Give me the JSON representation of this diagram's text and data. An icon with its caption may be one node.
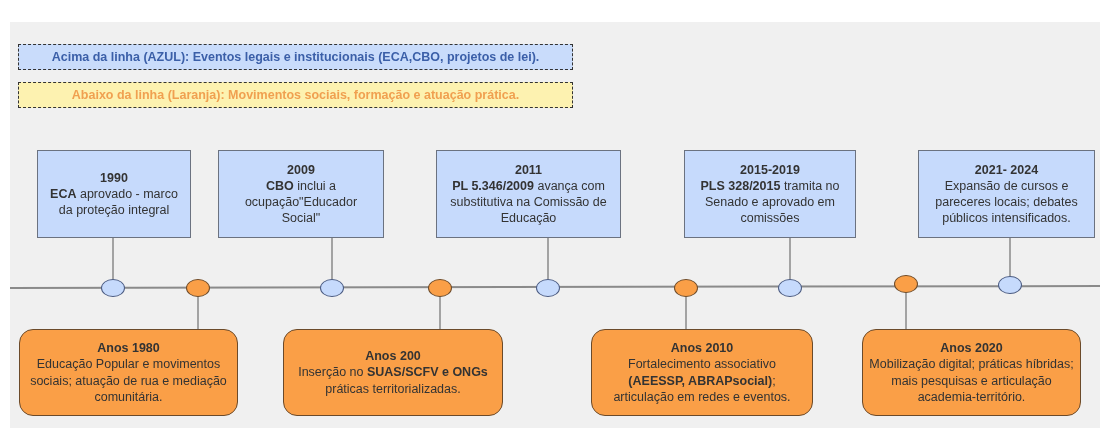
{
  "diagram": {
    "nodes": [
      {
        "text": [
          "1990",
          "**ECA** aprovado - marco da proteção integral"
        ]
      },
      {
        "text": [
          "2009",
          "**CBO** inclui a ocupação\"Educador Social\""
        ]
      },
      {
        "text": [
          "2011",
          "**PL 5.346/2009** avança com substitutiva na Comissão de Educação"
        ]
      },
      {
        "text": [
          "2015-2019",
          "**PLS 328/2015** tramita no Senado e aprovado em comissões"
        ]
      },
      {
        "text": [
          "2021- 2024",
          "Expansão de cursos e pareceres locais; debates públicos intensificados."
        ]
      },
      {
        "text": [
          "Anos 1980",
          "Educação Popular e movimentos sociais; atuação de rua e mediação comunitária."
        ]
      },
      {
        "text": [
          "Anos 200",
          "Inserção no **SUAS/SCFV e ONGs** práticas territorializadas."
        ]
      },
      {
        "text": [
          "Anos 2010",
          "Fortalecimento associativo **(AEESSP, ABRAPsocial)**; articulação em redes e eventos."
        ]
      },
      {
        "text": [
          "Anos 2020",
          "Mobilização digital; práticas híbridas; mais pesquisas e articulação academia-território."
        ]
      },
      {
        "text": [],
        "shape": "circle"
      },
      {
        "text": [],
        "shape": "circle"
      },
      {
        "text": [],
        "shape": "circle"
      },
      {
        "text": [],
        "shape": "circle"
      },
      {
        "text": [],
        "shape": "circle"
      },
      {
        "text": [],
        "shape": "circle"
      },
      {
        "text": [],
        "shape": "circle"
      },
      {
        "text": [],
        "shape": "circle"
      },
      {
        "text": [],
        "shape": "circle"
      }
    ],
    "edges": [
      {
        "from": 0,
        "to": 9,
        "arrow": "none"
      },
      {
        "from": 10,
        "to": 5,
        "arrow": "none"
      },
      {
        "from": 1,
        "to": 11,
        "arrow": "none"
      },
      {
        "from": 12,
        "to": 6,
        "arrow": "none"
      },
      {
        "from": 2,
        "to": 13,
        "arrow": "none"
      },
      {
        "from": 14,
        "to": 7,
        "arrow": "none"
      },
      {
        "from": 3,
        "to": 15,
        "arrow": "none"
      },
      {
        "from": 16,
        "to": 8,
        "arrow": "none"
      },
      {
        "from": 4,
        "to": 17,
        "arrow": "none"
      }
    ],
    "legend": [
      {
        "text": "Acima da linha (AZUL): Eventos legais e institucionais (ECA,CBO, projetos de lei).",
        "color": "#c9dcfb"
      },
      {
        "text": "Abaixo da linha (Laranja): Movimentos sociais, formação e atuação prática.",
        "color": "#fdf2b0"
      }
    ]
  }
}
